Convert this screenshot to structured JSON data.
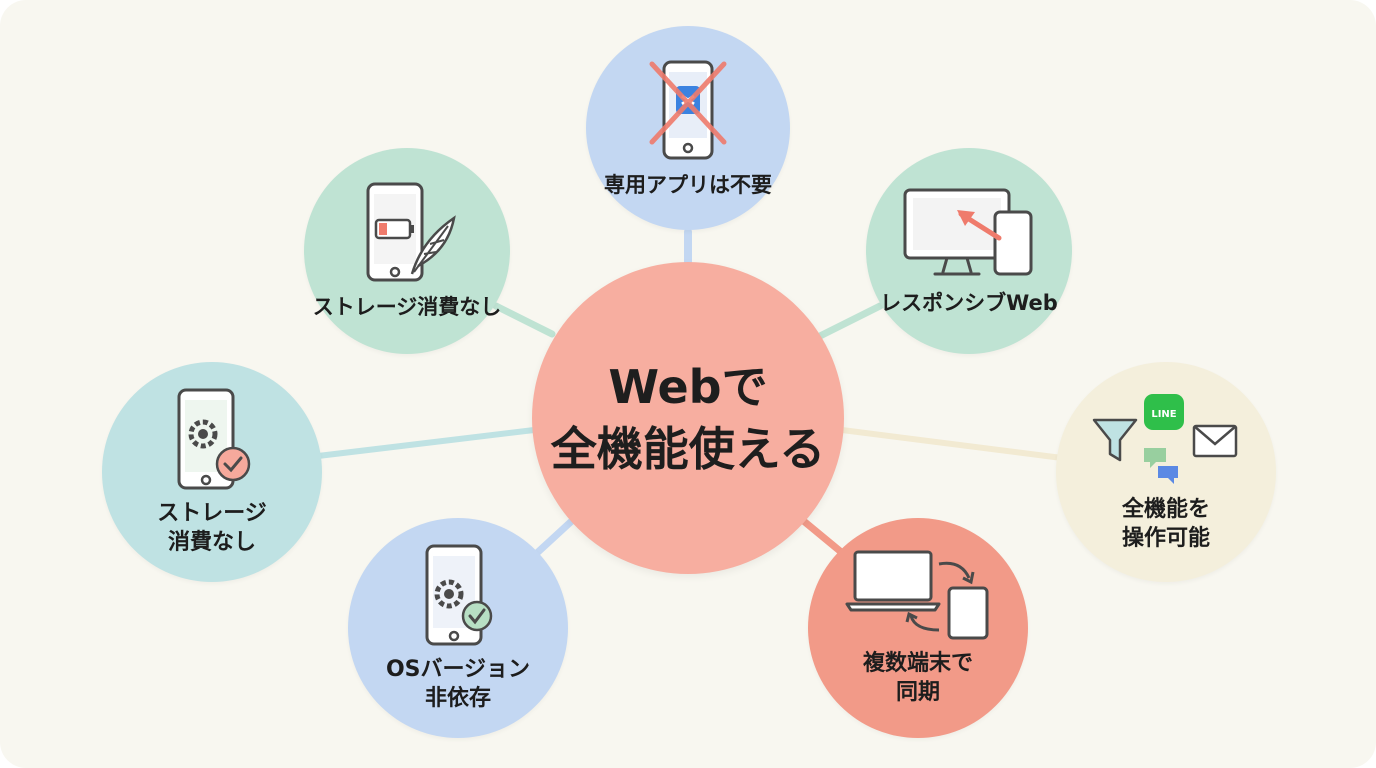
{
  "center": {
    "line1": "Webで",
    "line2": "全機能使える"
  },
  "nodes": [
    {
      "id": "no-app",
      "lines": [
        "専用アプリは不要"
      ],
      "icon": "phone-crossed-app-icon",
      "color": "#c3d7f2"
    },
    {
      "id": "responsive",
      "lines": [
        "レスポンシブWeb"
      ],
      "icon": "monitor-phone-icon",
      "color": "#bfe3d3"
    },
    {
      "id": "operate",
      "lines": [
        "全機能を",
        "操作可能"
      ],
      "icon": "funnel-line-mail-icons",
      "color": "#f4efdc"
    },
    {
      "id": "sync",
      "lines": [
        "複数端末で",
        "同期"
      ],
      "icon": "laptop-tablet-sync-icon",
      "color": "#f29a88"
    },
    {
      "id": "os-independent",
      "lines": [
        "OSバージョン",
        "非依存"
      ],
      "icon": "phone-gear-check-icon",
      "color": "#c3d7f2"
    },
    {
      "id": "no-storage-2",
      "lines": [
        "ストレージ",
        "消費なし"
      ],
      "icon": "phone-gear-check-icon",
      "color": "#bfe2e3"
    },
    {
      "id": "no-storage-1",
      "lines": [
        "ストレージ消費なし"
      ],
      "icon": "phone-battery-feather-icon",
      "color": "#bfe3d3"
    }
  ],
  "icon_labels": {
    "line_app": "LINE"
  }
}
